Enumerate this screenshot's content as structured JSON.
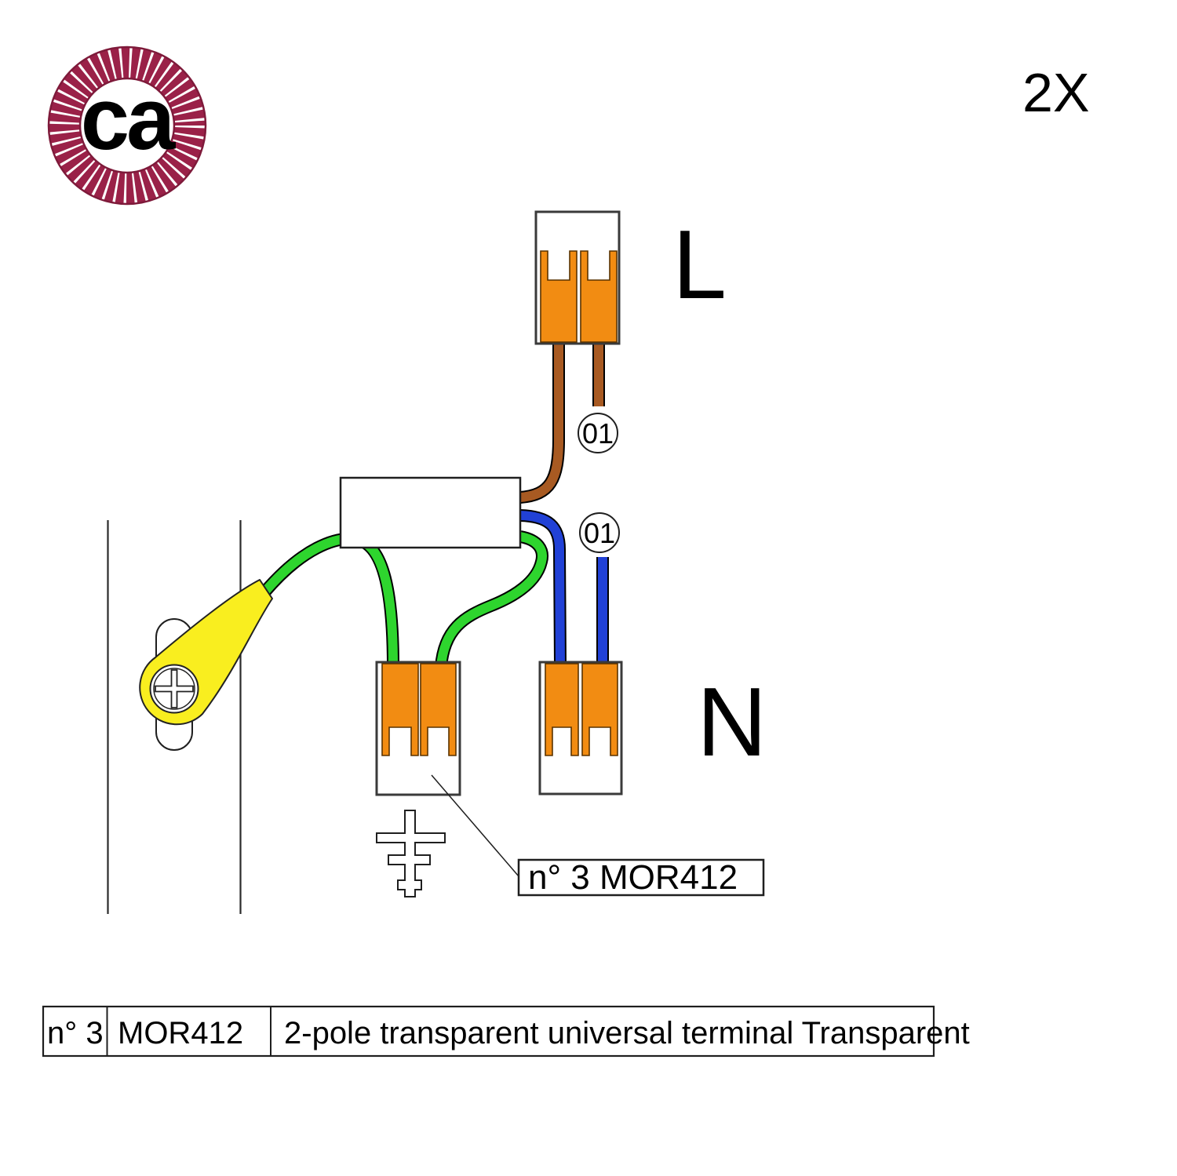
{
  "brand": {
    "logo_text": "ca",
    "logo_text_color": "#77787B",
    "rope_color": "#9A2148",
    "rope_edge_color": "#7E1A3A"
  },
  "quantity": {
    "label": "2X"
  },
  "diagram": {
    "labels": {
      "phase": "L",
      "neutral": "N",
      "cable_tag_1": "01",
      "cable_tag_2": "01",
      "callout": "n° 3 MOR412"
    },
    "colors": {
      "orange": "#F28C12",
      "brown": "#A85A22",
      "blue": "#2141D6",
      "green": "#2ED52E",
      "yellow": "#F9EE1F"
    }
  },
  "parts_table": {
    "rows": [
      {
        "qty": "n° 3",
        "code": "MOR412",
        "description": "2-pole transparent universal terminal Transparent"
      }
    ]
  }
}
